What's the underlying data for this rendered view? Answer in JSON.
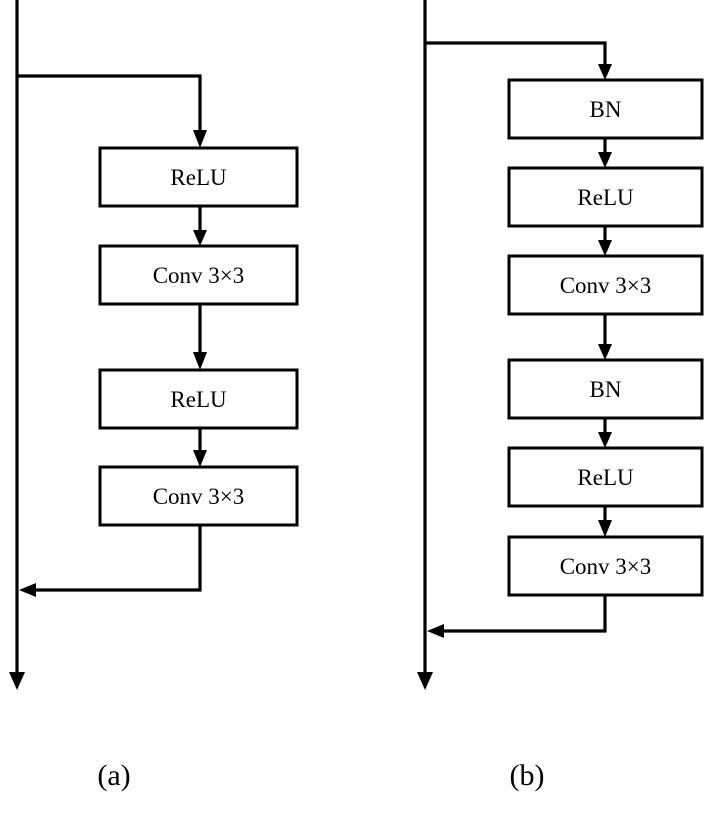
{
  "panels": [
    {
      "id": "a",
      "caption": "(a)",
      "blocks": [
        {
          "label": "ReLU"
        },
        {
          "label": "Conv 3×3"
        },
        {
          "label": "ReLU"
        },
        {
          "label": "Conv 3×3"
        }
      ]
    },
    {
      "id": "b",
      "caption": "(b)",
      "blocks": [
        {
          "label": "BN"
        },
        {
          "label": "ReLU"
        },
        {
          "label": "Conv 3×3"
        },
        {
          "label": "BN"
        },
        {
          "label": "ReLU"
        },
        {
          "label": "Conv 3×3"
        }
      ]
    }
  ]
}
